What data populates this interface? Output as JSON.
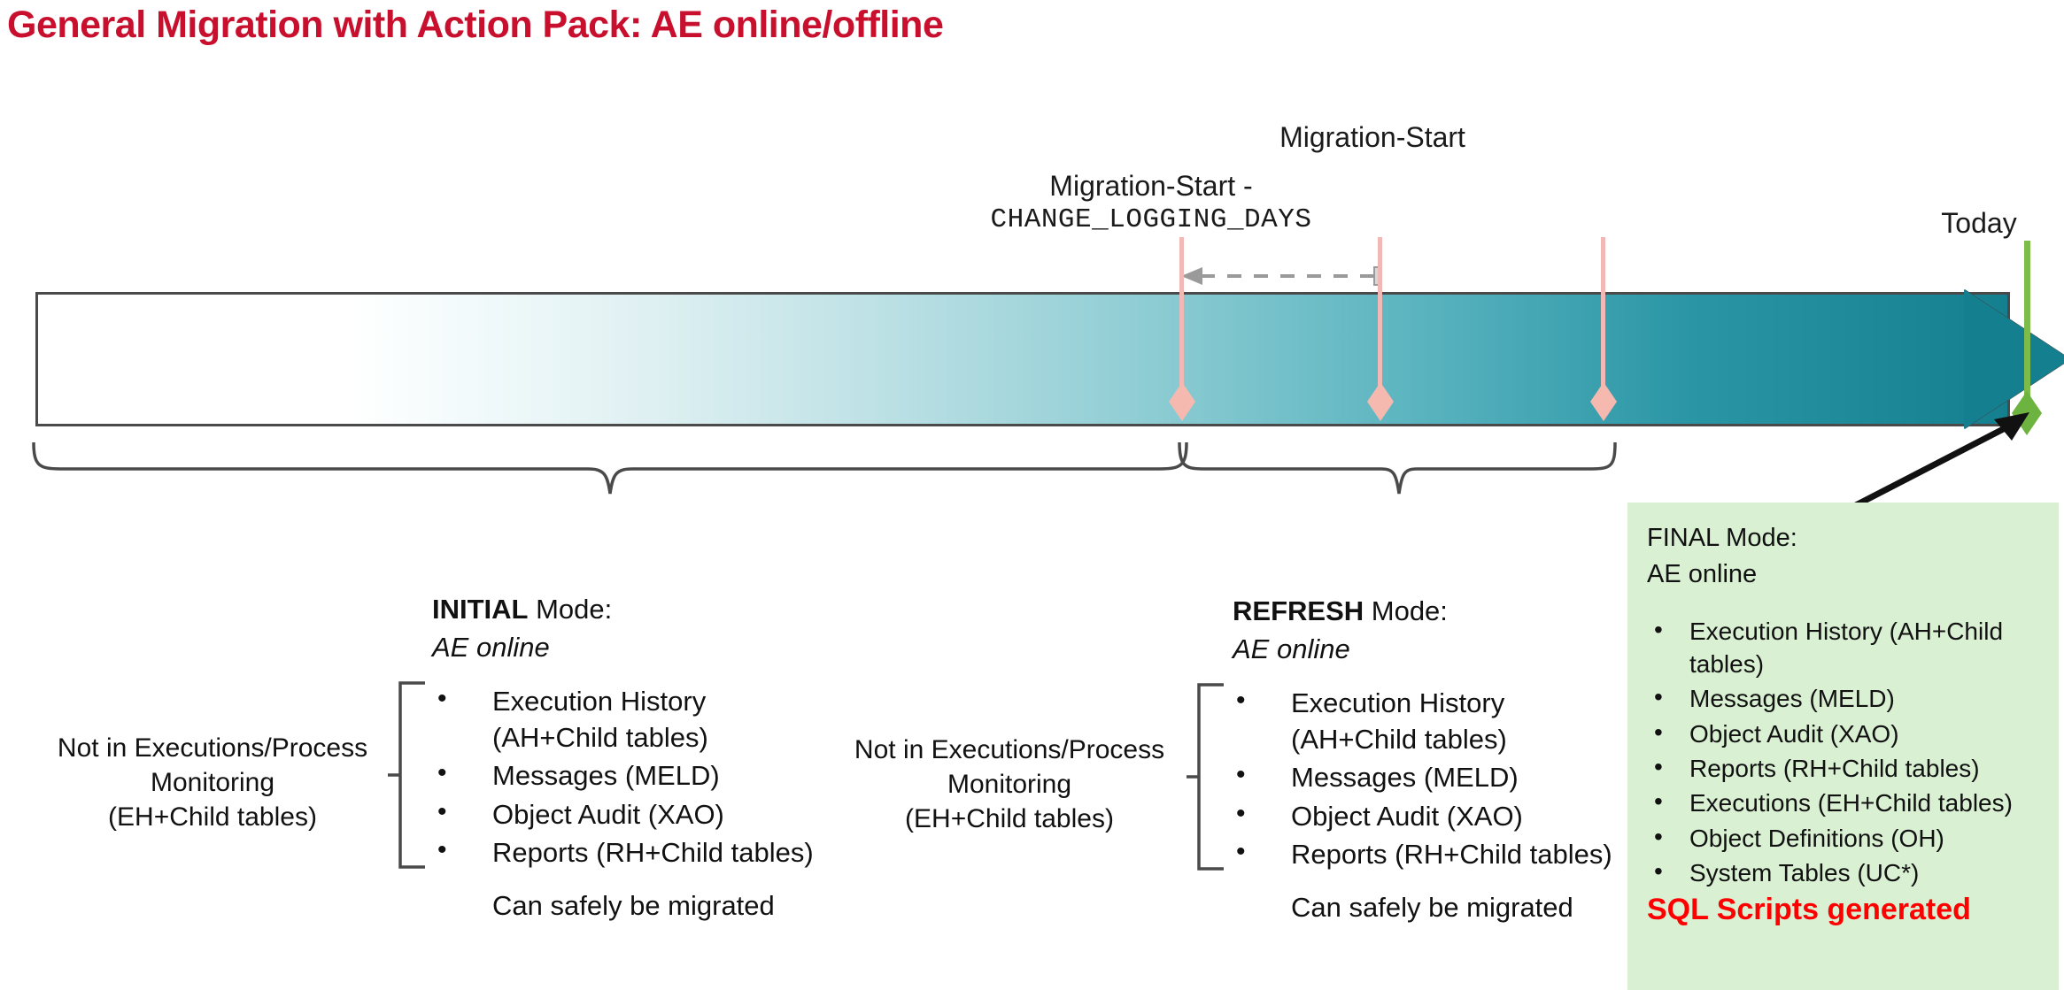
{
  "title": "General Migration with Action Pack: AE online/offline",
  "colors": {
    "title_red": "#C8102E",
    "timeline_teal": "#14808f",
    "marker_pink": "#f2b8b5",
    "today_green": "#6cb33f",
    "final_box_green": "#d9f0d3",
    "sql_red": "#FF0000"
  },
  "timeline": {
    "labels": {
      "migration_start": "Migration-Start",
      "migration_start_minus": "Migration-Start -",
      "change_logging_days": "CHANGE_LOGGING_DAYS",
      "today": "Today"
    },
    "markers": [
      {
        "name": "migration-start-minus-change-logging-days",
        "color": "#f2b8b5"
      },
      {
        "name": "migration-start",
        "color": "#f2b8b5"
      },
      {
        "name": "mid-marker",
        "color": "#f2b8b5"
      },
      {
        "name": "today",
        "color": "#6cb33f"
      }
    ]
  },
  "initial": {
    "mode_name": "INITIAL",
    "mode_suffix": " Mode:",
    "ae_state": "AE online",
    "left_note": "Not in Executions/Process\nMonitoring\n(EH+Child tables)",
    "left_note_lines": [
      "Not in Executions/Process",
      "Monitoring",
      "(EH+Child tables)"
    ],
    "items": [
      "Execution History\n(AH+Child tables)",
      "Messages (MELD)",
      "Object Audit (XAO)",
      "Reports (RH+Child tables)"
    ],
    "safe_note": "Can safely be migrated"
  },
  "refresh": {
    "mode_name": "REFRESH",
    "mode_suffix": " Mode:",
    "ae_state": "AE online",
    "left_note_lines": [
      "Not in Executions/Process",
      "Monitoring",
      "(EH+Child tables)"
    ],
    "items": [
      "Execution History\n(AH+Child tables)",
      "Messages (MELD)",
      "Object Audit (XAO)",
      "Reports (RH+Child tables)"
    ],
    "safe_note": "Can safely be migrated"
  },
  "final": {
    "mode_name": "FINAL",
    "mode_suffix": " Mode:",
    "ae_state": "AE online",
    "items": [
      "Execution History (AH+Child tables)",
      "Messages (MELD)",
      "Object Audit (XAO)",
      "Reports (RH+Child tables)",
      "Executions (EH+Child tables)",
      "Object Definitions (OH)",
      "System Tables (UC*)"
    ],
    "sql_note": "SQL Scripts generated"
  }
}
